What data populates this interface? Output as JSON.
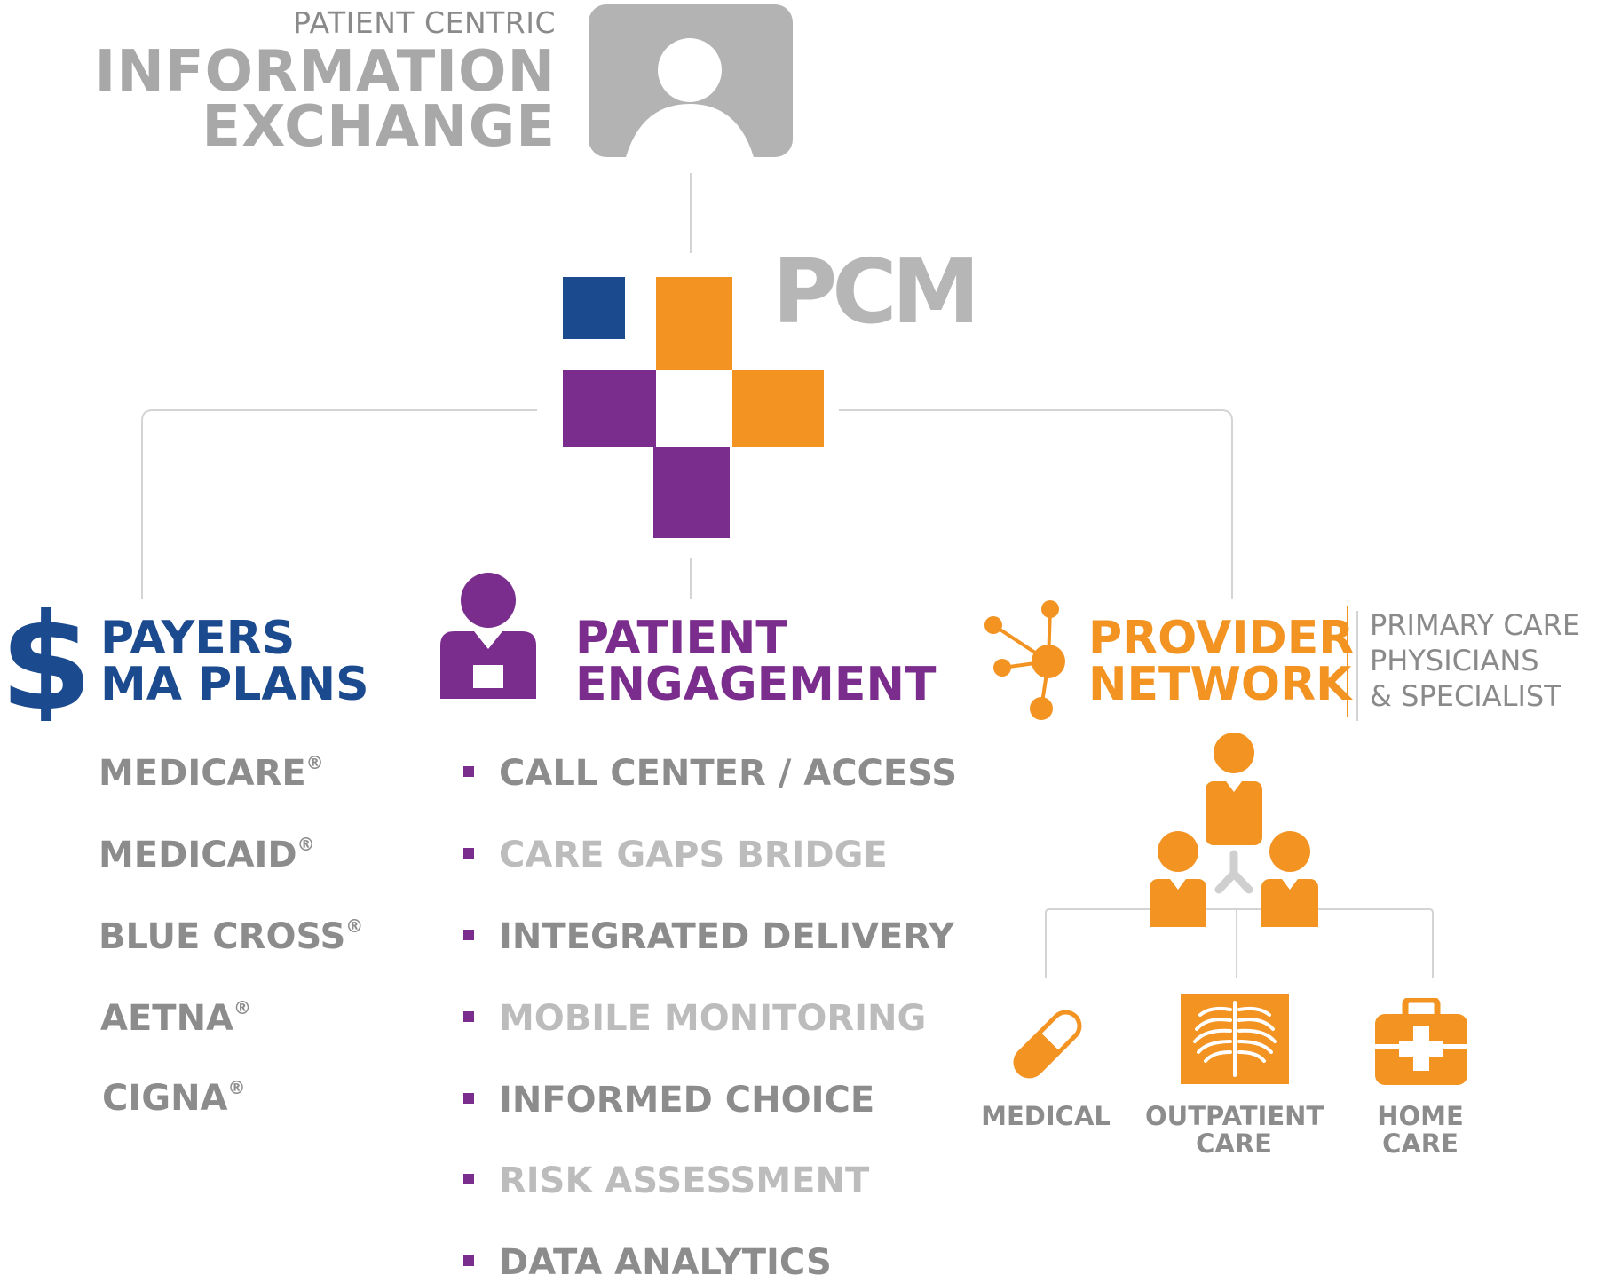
{
  "header": {
    "subtitle": "PATIENT CENTRIC",
    "title_line1": "INFORMATION",
    "title_line2": "EXCHANGE"
  },
  "logo": {
    "text": "PCM"
  },
  "payers": {
    "title_line1": "PAYERS",
    "title_line2": "MA PLANS",
    "items": [
      "MEDICARE",
      "MEDICAID",
      "BLUE CROSS",
      "AETNA",
      "CIGNA"
    ],
    "registered_mark": "®"
  },
  "engagement": {
    "title_line1": "PATIENT",
    "title_line2": "ENGAGEMENT",
    "items": [
      "CALL CENTER / ACCESS",
      "CARE GAPS BRIDGE",
      "INTEGRATED DELIVERY",
      "MOBILE MONITORING",
      "INFORMED CHOICE",
      "RISK ASSESSMENT",
      "DATA ANALYTICS"
    ]
  },
  "provider": {
    "title_line1": "PROVIDER",
    "title_line2": "NETWORK",
    "sub_line1": "PRIMARY CARE",
    "sub_line2": "PHYSICIANS",
    "sub_line3": "& SPECIALIST",
    "care": {
      "medical": "MEDICAL",
      "outpatient_line1": "OUTPATIENT",
      "outpatient_line2": "CARE",
      "home_line1": "HOME",
      "home_line2": "CARE"
    }
  },
  "colors": {
    "blue": "#1b4a8f",
    "purple": "#7b2d8e",
    "orange": "#f29322",
    "gray": "#b3b3b3",
    "text_gray": "#8c8c8c",
    "light_gray": "#bcbcbc",
    "line": "#d4d4d4"
  }
}
